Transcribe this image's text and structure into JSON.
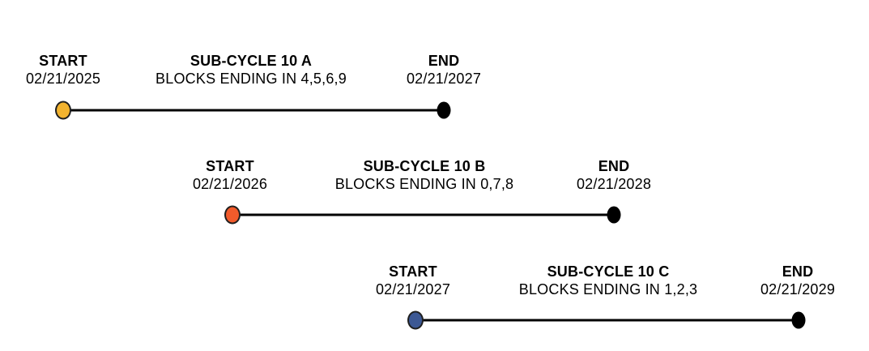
{
  "diagram": {
    "background_color": "#ffffff",
    "line_color": "#000000",
    "rows": [
      {
        "id": "sub-cycle-10-a",
        "title": "SUB-CYCLE 10 A",
        "subtitle": "BLOCKS ENDING IN 4,5,6,9",
        "start_label": "START",
        "start_date": "02/21/2025",
        "end_label": "END",
        "end_date": "02/21/2027",
        "start_dot_color": "#F2B32F",
        "end_dot_color": "#000000"
      },
      {
        "id": "sub-cycle-10-b",
        "title": "SUB-CYCLE 10 B",
        "subtitle": "BLOCKS ENDING IN 0,7,8",
        "start_label": "START",
        "start_date": "02/21/2026",
        "end_label": "END",
        "end_date": "02/21/2028",
        "start_dot_color": "#F15B2B",
        "end_dot_color": "#000000"
      },
      {
        "id": "sub-cycle-10-c",
        "title": "SUB-CYCLE 10 C",
        "subtitle": "BLOCKS ENDING IN 1,2,3",
        "start_label": "START",
        "start_date": "02/21/2027",
        "end_label": "END",
        "end_date": "02/21/2029",
        "start_dot_color": "#3C5894",
        "end_dot_color": "#000000"
      }
    ]
  }
}
